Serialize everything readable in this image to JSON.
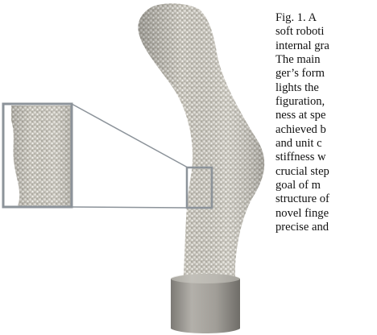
{
  "caption": {
    "lines": [
      "Fig. 1.  A",
      "soft roboti",
      "internal gra",
      "The main",
      "ger’s form",
      "lights the",
      "figuration,",
      "ness at spe",
      "achieved b",
      "and unit c",
      "stiffness w",
      "crucial step",
      "goal of m",
      "structure of",
      "novel finge",
      "precise and"
    ]
  },
  "colors": {
    "inset_frame": "#8c939a",
    "finger_texture": "#c9c6bd",
    "base_cap": "#9d9a94"
  }
}
